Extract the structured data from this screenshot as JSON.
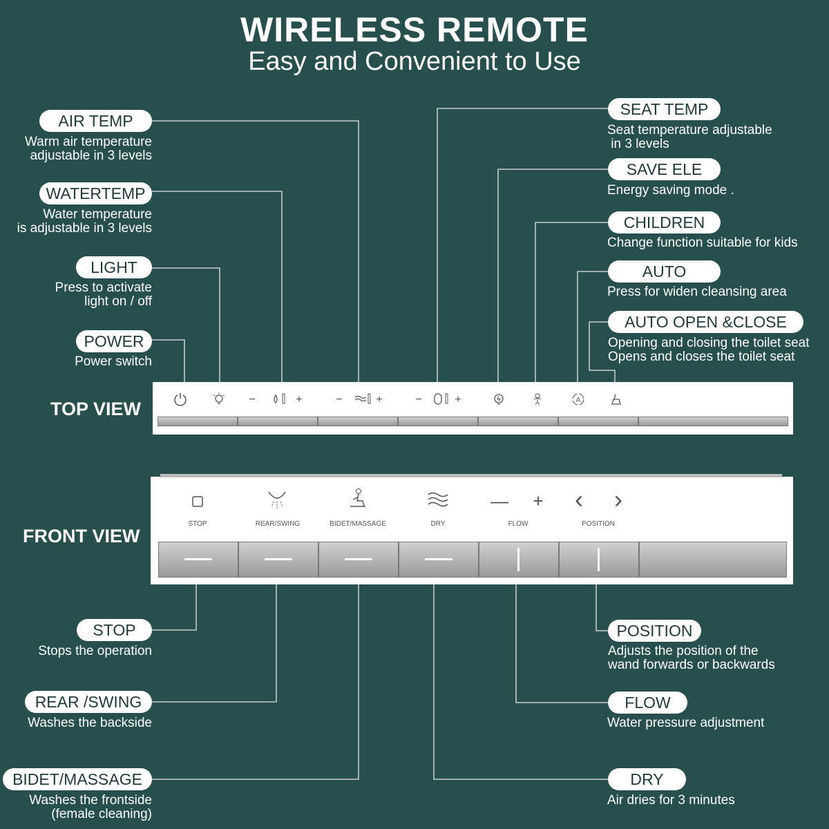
{
  "header": {
    "title": "WIRELESS REMOTE",
    "subtitle": "Easy and Convenient to Use"
  },
  "views": {
    "top": "TOP VIEW",
    "front": "FRONT VIEW"
  },
  "top_left": [
    {
      "label": "AIR TEMP",
      "desc": "Warm air temperature\nadjustable in 3 levels"
    },
    {
      "label": "WATERTEMP",
      "desc": "Water temperature\nis adjustable in 3 levels"
    },
    {
      "label": "LIGHT",
      "desc": "Press to activate\nlight on / off"
    },
    {
      "label": "POWER",
      "desc": "Power switch"
    }
  ],
  "top_right": [
    {
      "label": "SEAT TEMP",
      "desc": "Seat temperature adjustable\n in 3 levels"
    },
    {
      "label": "SAVE ELE",
      "desc": "Energy saving mode ."
    },
    {
      "label": "CHILDREN",
      "desc": "Change function suitable for kids"
    },
    {
      "label": "AUTO",
      "desc": "Press for widen cleansing area"
    },
    {
      "label": "AUTO OPEN &CLOSE",
      "desc": "Opening and closing the toilet seat\nOpens and closes the toilet seat"
    }
  ],
  "bottom_left": [
    {
      "label": "STOP",
      "desc": "Stops the operation"
    },
    {
      "label": "REAR /SWING",
      "desc": "Washes the backside"
    },
    {
      "label": "BIDET/MASSAGE",
      "desc": "Washes the frontside\n(female cleaning)"
    }
  ],
  "bottom_right": [
    {
      "label": "POSITION",
      "desc": "Adjusts the position of the\nwand forwards or backwards"
    },
    {
      "label": "FLOW",
      "desc": "Water pressure adjustment"
    },
    {
      "label": "DRY",
      "desc": "Air dries for 3 minutes"
    }
  ],
  "remote_front_labels": {
    "stop": "STOP",
    "rear": "REAR/SWING",
    "bidet": "BIDET/MASSAGE",
    "dry": "DRY",
    "flow": "FLOW",
    "position": "POSITION"
  },
  "top_view_signs": {
    "minus": "−",
    "plus": "+"
  },
  "front_view_signs": {
    "minus": "—",
    "plus": "+",
    "left": "‹",
    "right": "›"
  },
  "icons": [
    "power-icon",
    "light-icon",
    "water-temp-icon",
    "air-temp-icon",
    "seat-temp-icon",
    "save-ele-icon",
    "children-icon",
    "auto-icon",
    "auto-open-close-icon",
    "stop-icon",
    "rear-swing-icon",
    "bidet-icon",
    "dry-icon"
  ],
  "colors": {
    "background": "#264f4e",
    "pill": "#ffffff",
    "pill_text": "#1e3b3a",
    "panel": "#ffffff",
    "button": "#a8a8a8"
  }
}
